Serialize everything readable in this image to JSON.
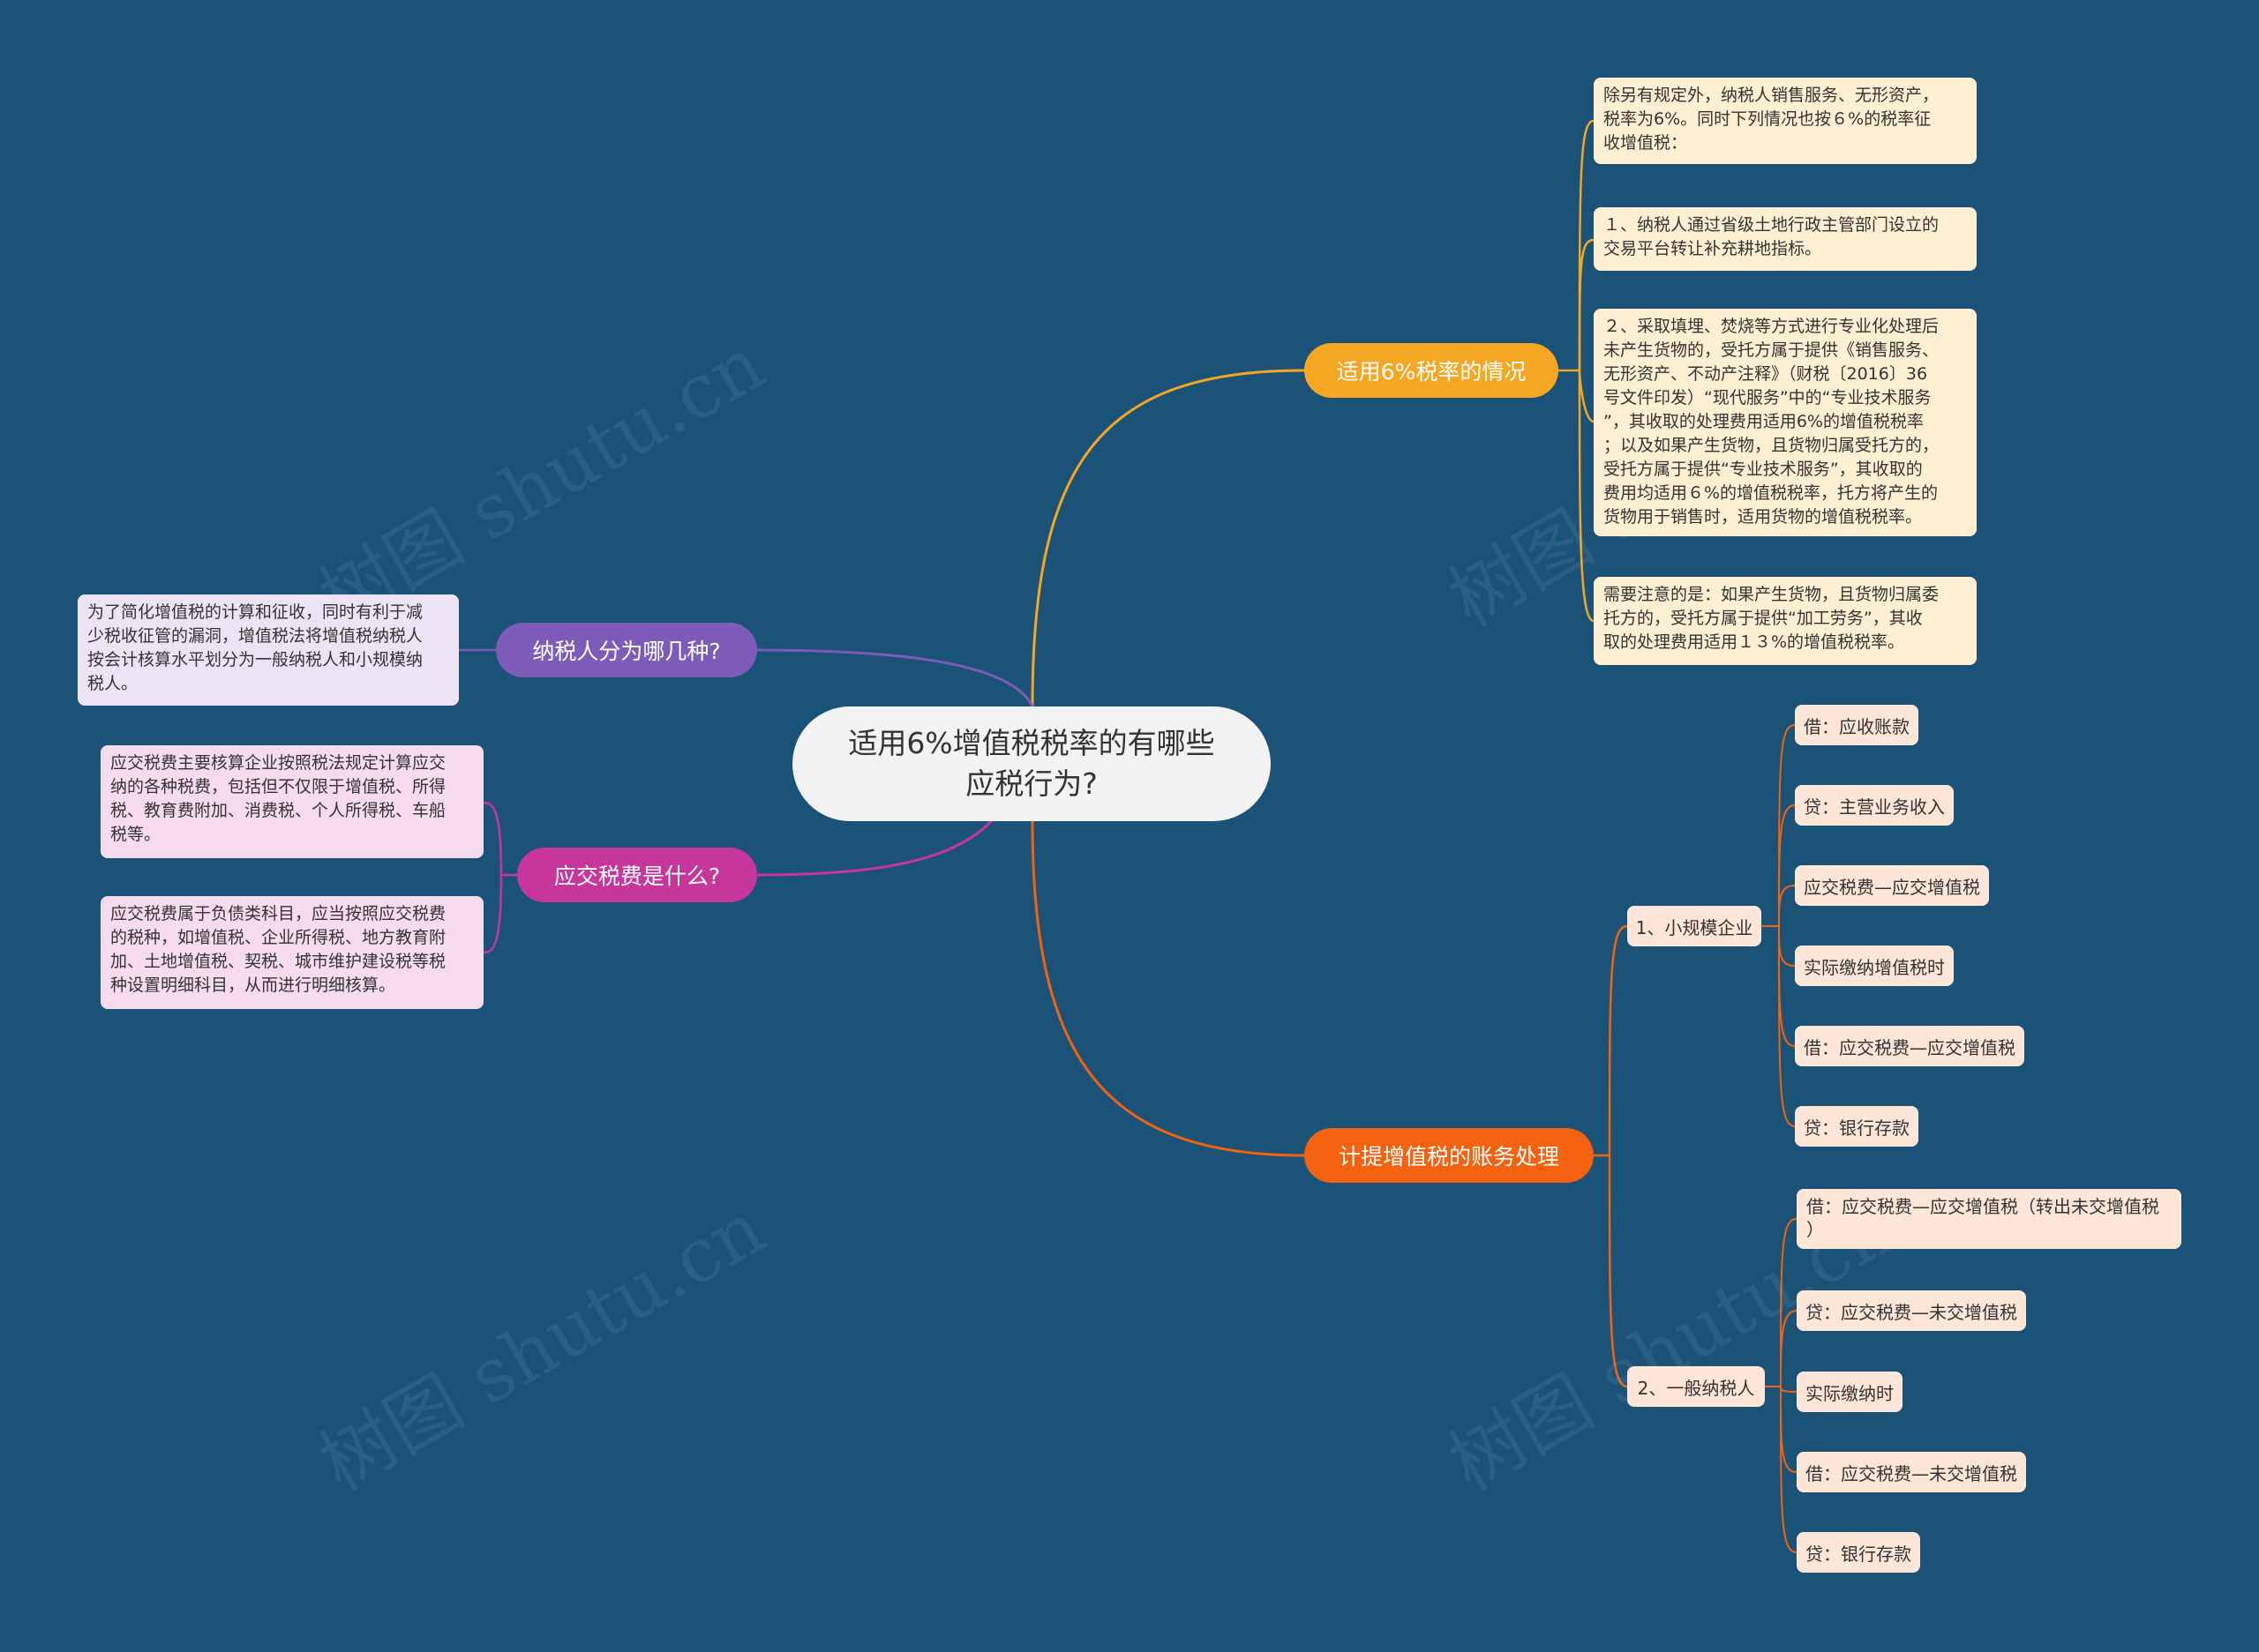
{
  "root": {
    "title": "适用6%增值税税率的有哪些应税行为?"
  },
  "branches": {
    "rate": {
      "label": "适用6%税率的情况",
      "color": "#f5a623",
      "notes": [
        "除另有规定外，纳税人销售服务、无形资产，\n税率为6%。同时下列情况也按６%的税率征\n收增值税：",
        "１、纳税人通过省级土地行政主管部门设立的\n交易平台转让补充耕地指标。",
        "２、采取填埋、焚烧等方式进行专业化处理后\n未产生货物的，受托方属于提供《销售服务、\n无形资产、不动产注释》（财税〔2016〕36\n号文件印发）“现代服务”中的“专业技术服务\n”，其收取的处理费用适用6%的增值税税率\n；以及如果产生货物，且货物归属受托方的，\n受托方属于提供“专业技术服务”，其收取的\n费用均适用６%的增值税税率，托方将产生的\n货物用于销售时，适用货物的增值税税率。",
        "需要注意的是：如果产生货物，且货物归属委\n托方的，受托方属于提供“加工劳务”，其收\n取的处理费用适用１３%的增值税税率。"
      ]
    },
    "accounting": {
      "label": "计提增值税的账务处理",
      "color": "#f5620f",
      "groups": [
        {
          "label": "1、小规模企业",
          "items": [
            "借：应收账款",
            "贷：主营业务收入",
            "应交税费—应交增值税",
            "实际缴纳增值税时",
            "借：应交税费—应交增值税",
            "贷：银行存款"
          ]
        },
        {
          "label": "2、一般纳税人",
          "items": [
            "借：应交税费—应交增值税（转出未交增值税\n）",
            "贷：应交税费—未交增值税",
            "实际缴纳时",
            "借：应交税费—未交增值税",
            "贷：银行存款"
          ]
        }
      ]
    },
    "taxpayer": {
      "label": "纳税人分为哪几种?",
      "color": "#7c5cb8",
      "notes": [
        "为了简化增值税的计算和征收，同时有利于减\n少税收征管的漏洞，增值税法将增值税纳税人\n按会计核算水平划分为一般纳税人和小规模纳\n税人。"
      ]
    },
    "payable": {
      "label": "应交税费是什么?",
      "color": "#c7369a",
      "notes": [
        "应交税费主要核算企业按照税法规定计算应交\n纳的各种税费，包括但不仅限于增值税、所得\n税、教育费附加、消费税、个人所得税、车船\n税等。",
        "应交税费属于负债类科目，应当按照应交税费\n的税种，如增值税、企业所得税、地方教育附\n加、土地增值税、契税、城市维护建设税等税\n种设置明细科目，从而进行明细核算。"
      ]
    }
  },
  "watermark": "树图 shutu.cn"
}
